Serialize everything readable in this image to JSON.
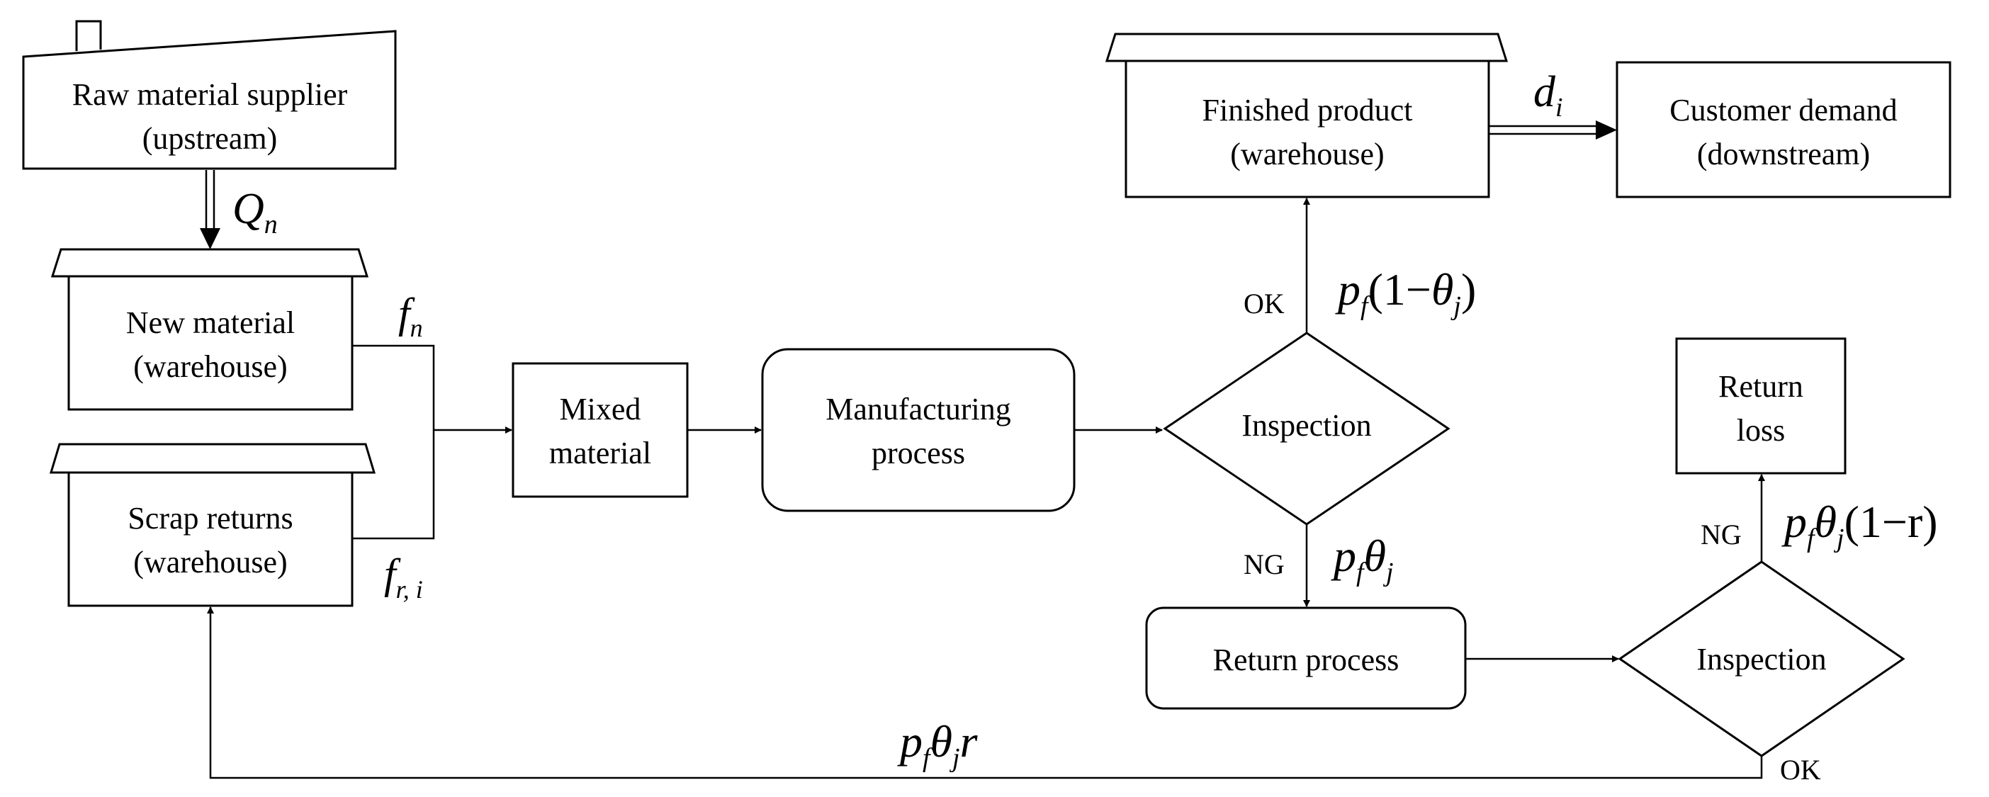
{
  "nodes": {
    "supplier": [
      "Raw material supplier",
      "(upstream)"
    ],
    "new_material": [
      "New material",
      "(warehouse)"
    ],
    "scrap_returns": [
      "Scrap returns",
      "(warehouse)"
    ],
    "mixed": [
      "Mixed",
      "material"
    ],
    "manufacturing": [
      "Manufacturing",
      "process"
    ],
    "inspection1": "Inspection",
    "finished": [
      "Finished product",
      "(warehouse)"
    ],
    "customer": [
      "Customer demand",
      "(downstream)"
    ],
    "return_process": "Return process",
    "inspection2": "Inspection",
    "return_loss": [
      "Return",
      "loss"
    ]
  },
  "branch_labels": {
    "ok_top": "OK",
    "ng_mid": "NG",
    "ng_right": "NG",
    "ok_bottom": "OK"
  },
  "math_labels": {
    "q": {
      "base": "Q",
      "sub": "n"
    },
    "fn": {
      "base": "f",
      "sub": "n"
    },
    "fr": {
      "base": "f",
      "sub": "r, i"
    },
    "d": {
      "base": "d",
      "sub": "i"
    },
    "ok_prob": {
      "p": "p",
      "p_sub": "f",
      "pre": "(1−",
      "theta": "θ",
      "theta_sub": "j",
      "post": ")"
    },
    "ng_prob": {
      "p": "p",
      "p_sub": "f",
      "theta": "θ",
      "theta_sub": "j"
    },
    "loss_prob": {
      "p": "p",
      "p_sub": "f",
      "theta": "θ",
      "theta_sub": "j",
      "post": "(1−r)"
    },
    "return_prob": {
      "p": "p",
      "p_sub": "f",
      "theta": "θ",
      "theta_sub": "j",
      "post": "r"
    }
  }
}
